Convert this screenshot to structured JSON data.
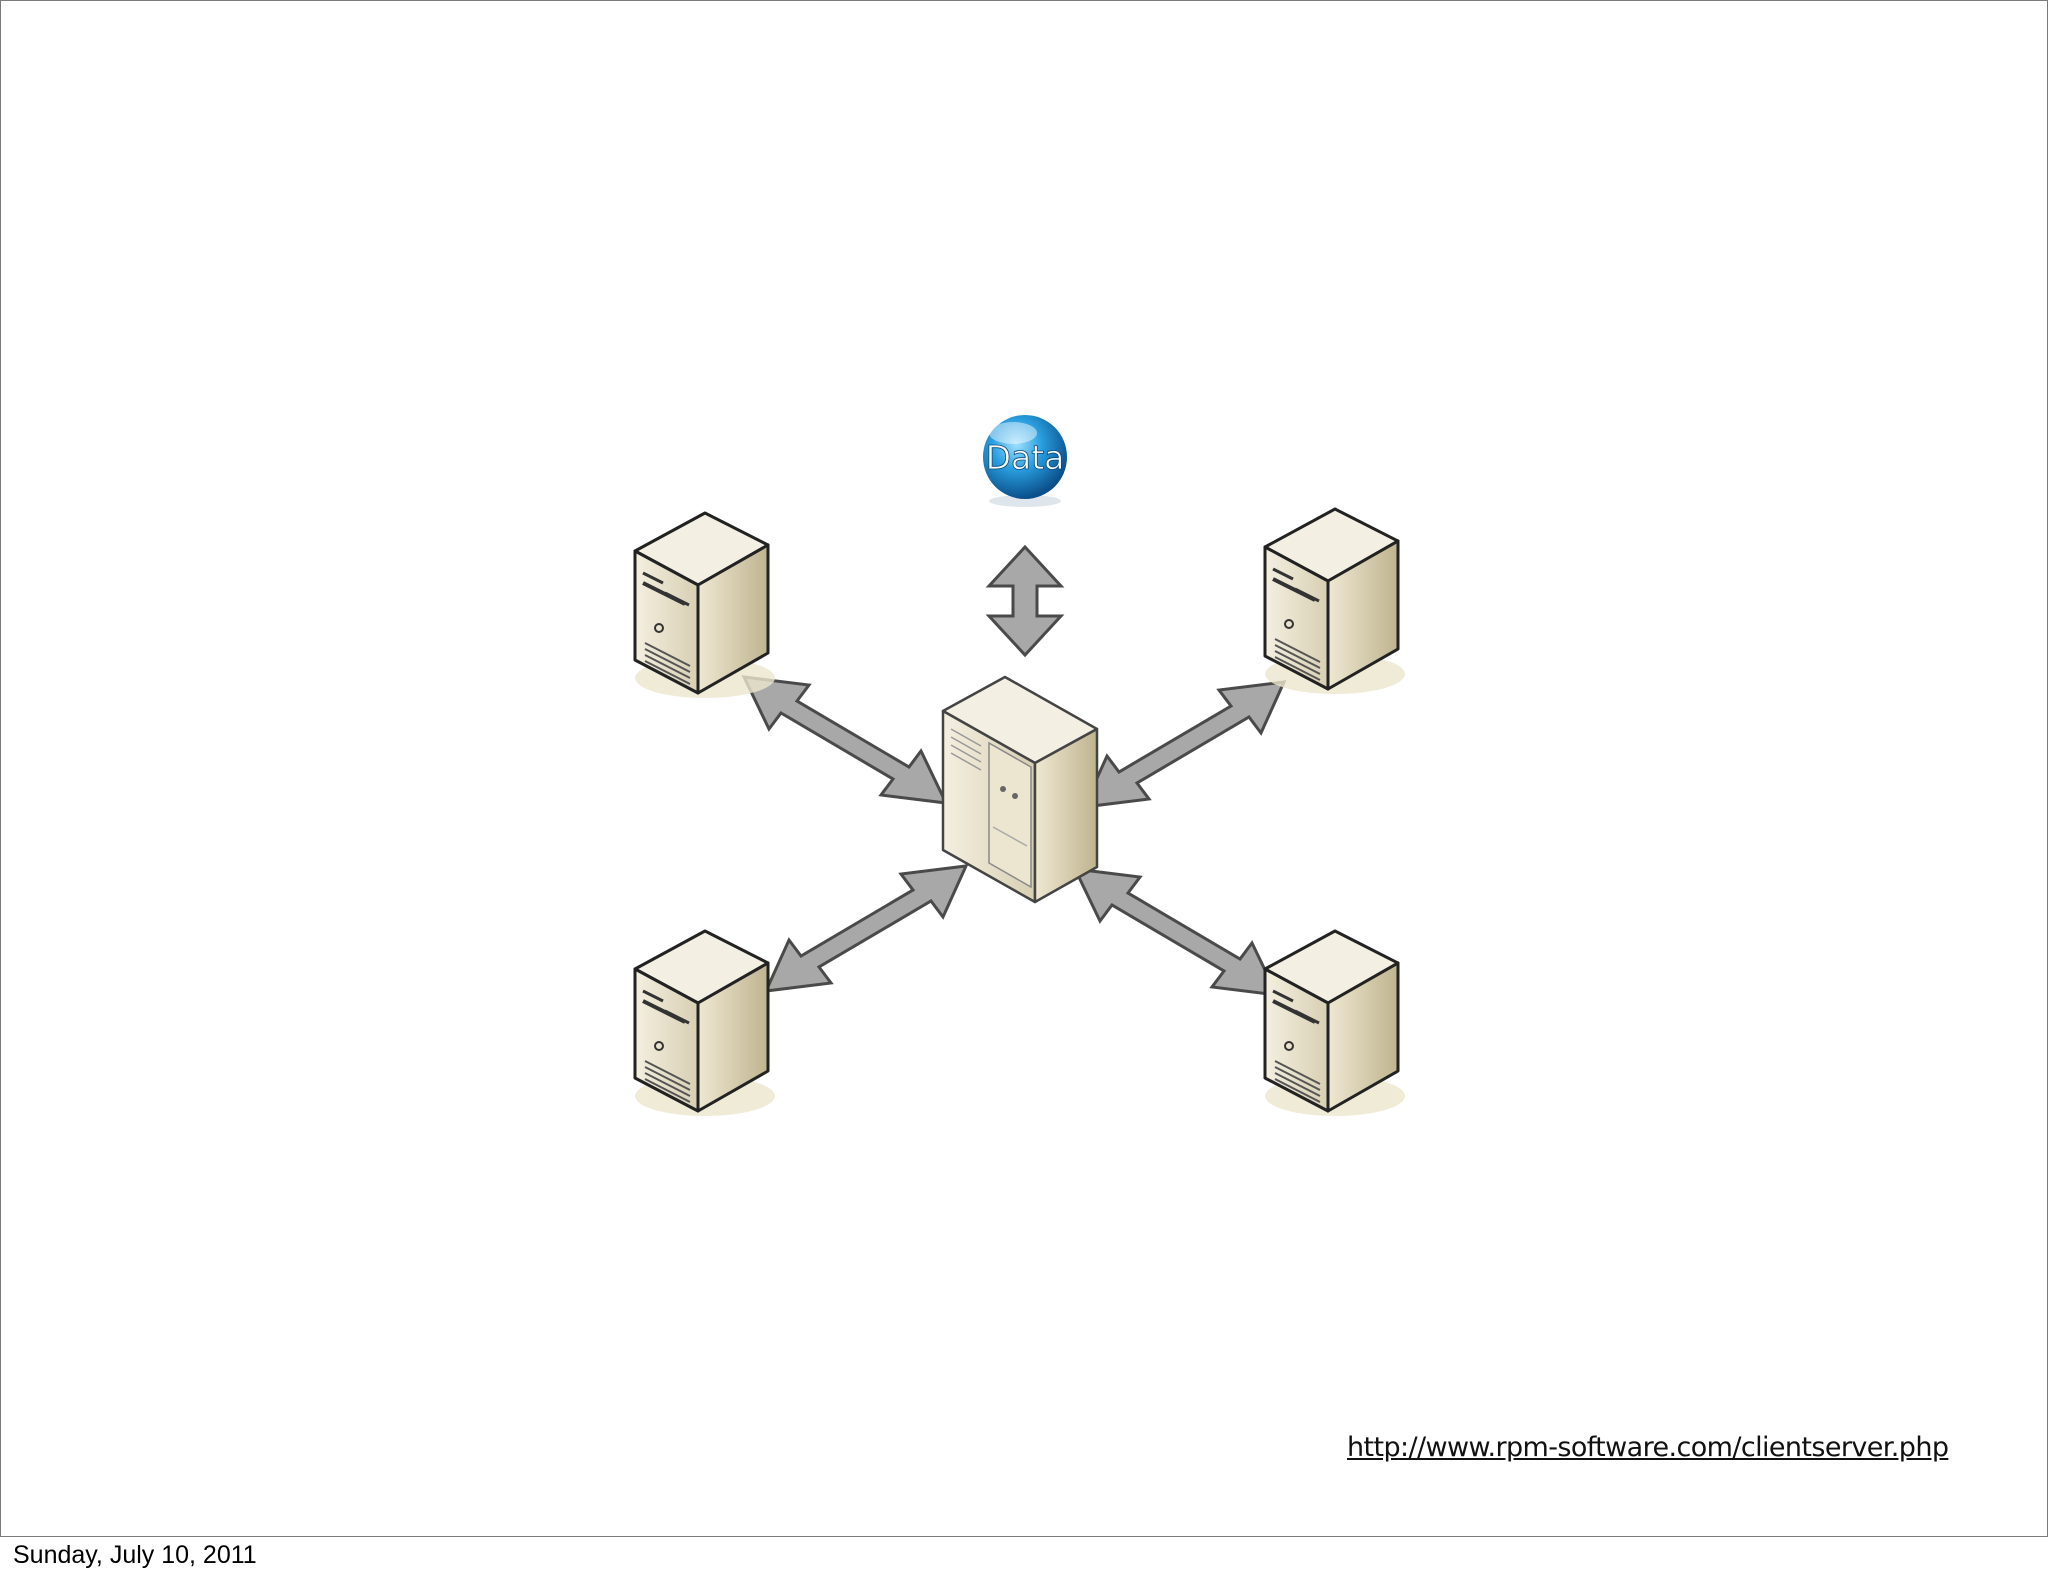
{
  "diagram": {
    "data_node": {
      "label": "Data",
      "icon": "globe-data-icon"
    },
    "central_server": {
      "icon": "tower-server-icon"
    },
    "clients": [
      {
        "icon": "client-computer-icon"
      },
      {
        "icon": "client-computer-icon"
      },
      {
        "icon": "client-computer-icon"
      },
      {
        "icon": "client-computer-icon"
      }
    ],
    "colors": {
      "arrow_fill": "#a8a8a8",
      "arrow_stroke": "#4a4a4a",
      "case_front": "#e6dfc8",
      "case_side": "#c9bf9e",
      "case_top": "#f3efe2",
      "globe": "#1f8fd3"
    }
  },
  "source": {
    "url_text": "http://www.rpm-software.com/clientserver.php"
  },
  "footer": {
    "date": "Sunday, July 10, 2011"
  }
}
